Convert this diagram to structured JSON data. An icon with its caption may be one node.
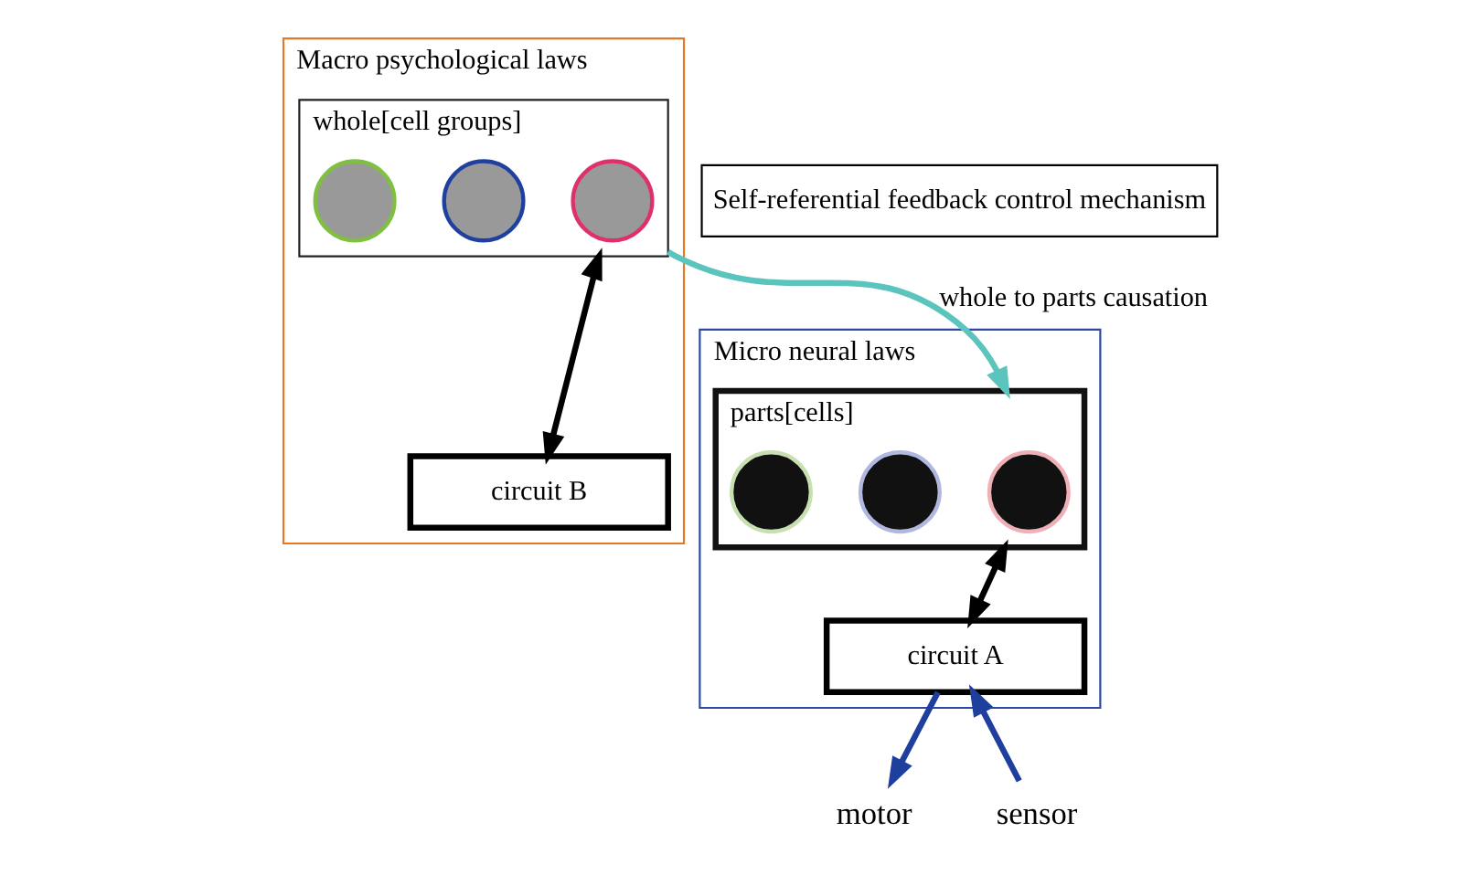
{
  "diagram": {
    "nodes": [
      {
        "text": [
          "Macro psychological laws"
        ]
      },
      {
        "text": [
          "whole[cell groups]"
        ],
        "in": 0
      },
      {
        "text": [],
        "shape": "circle",
        "in": 1
      },
      {
        "text": [],
        "shape": "circle",
        "in": 1
      },
      {
        "text": [],
        "shape": "circle",
        "in": 1
      },
      {
        "text": [
          "circuit B"
        ],
        "in": 0
      },
      {
        "text": [
          "Self-referential feedback control mechanism"
        ]
      },
      {
        "text": [
          "Micro neural laws"
        ]
      },
      {
        "text": [
          "parts[cells]"
        ],
        "in": 7
      },
      {
        "text": [],
        "shape": "circle",
        "in": 8
      },
      {
        "text": [],
        "shape": "circle",
        "in": 8
      },
      {
        "text": [],
        "shape": "circle",
        "in": 8
      },
      {
        "text": [
          "circuit A"
        ],
        "in": 7
      },
      {
        "text": [
          "sensor"
        ]
      },
      {
        "text": [
          "motor"
        ]
      }
    ],
    "edges": [
      {
        "from": 1,
        "to": 8,
        "arrow": "to",
        "label": "whole to parts causation",
        "color": "#5bc4bc"
      },
      {
        "from": 1,
        "to": 5,
        "arrow": "both"
      },
      {
        "from": 8,
        "to": 12,
        "arrow": "both"
      },
      {
        "from": 13,
        "to": 12,
        "arrow": "to",
        "color": "#1f3f9f"
      },
      {
        "from": 12,
        "to": 14,
        "arrow": "to",
        "color": "#1f3f9f"
      }
    ]
  }
}
